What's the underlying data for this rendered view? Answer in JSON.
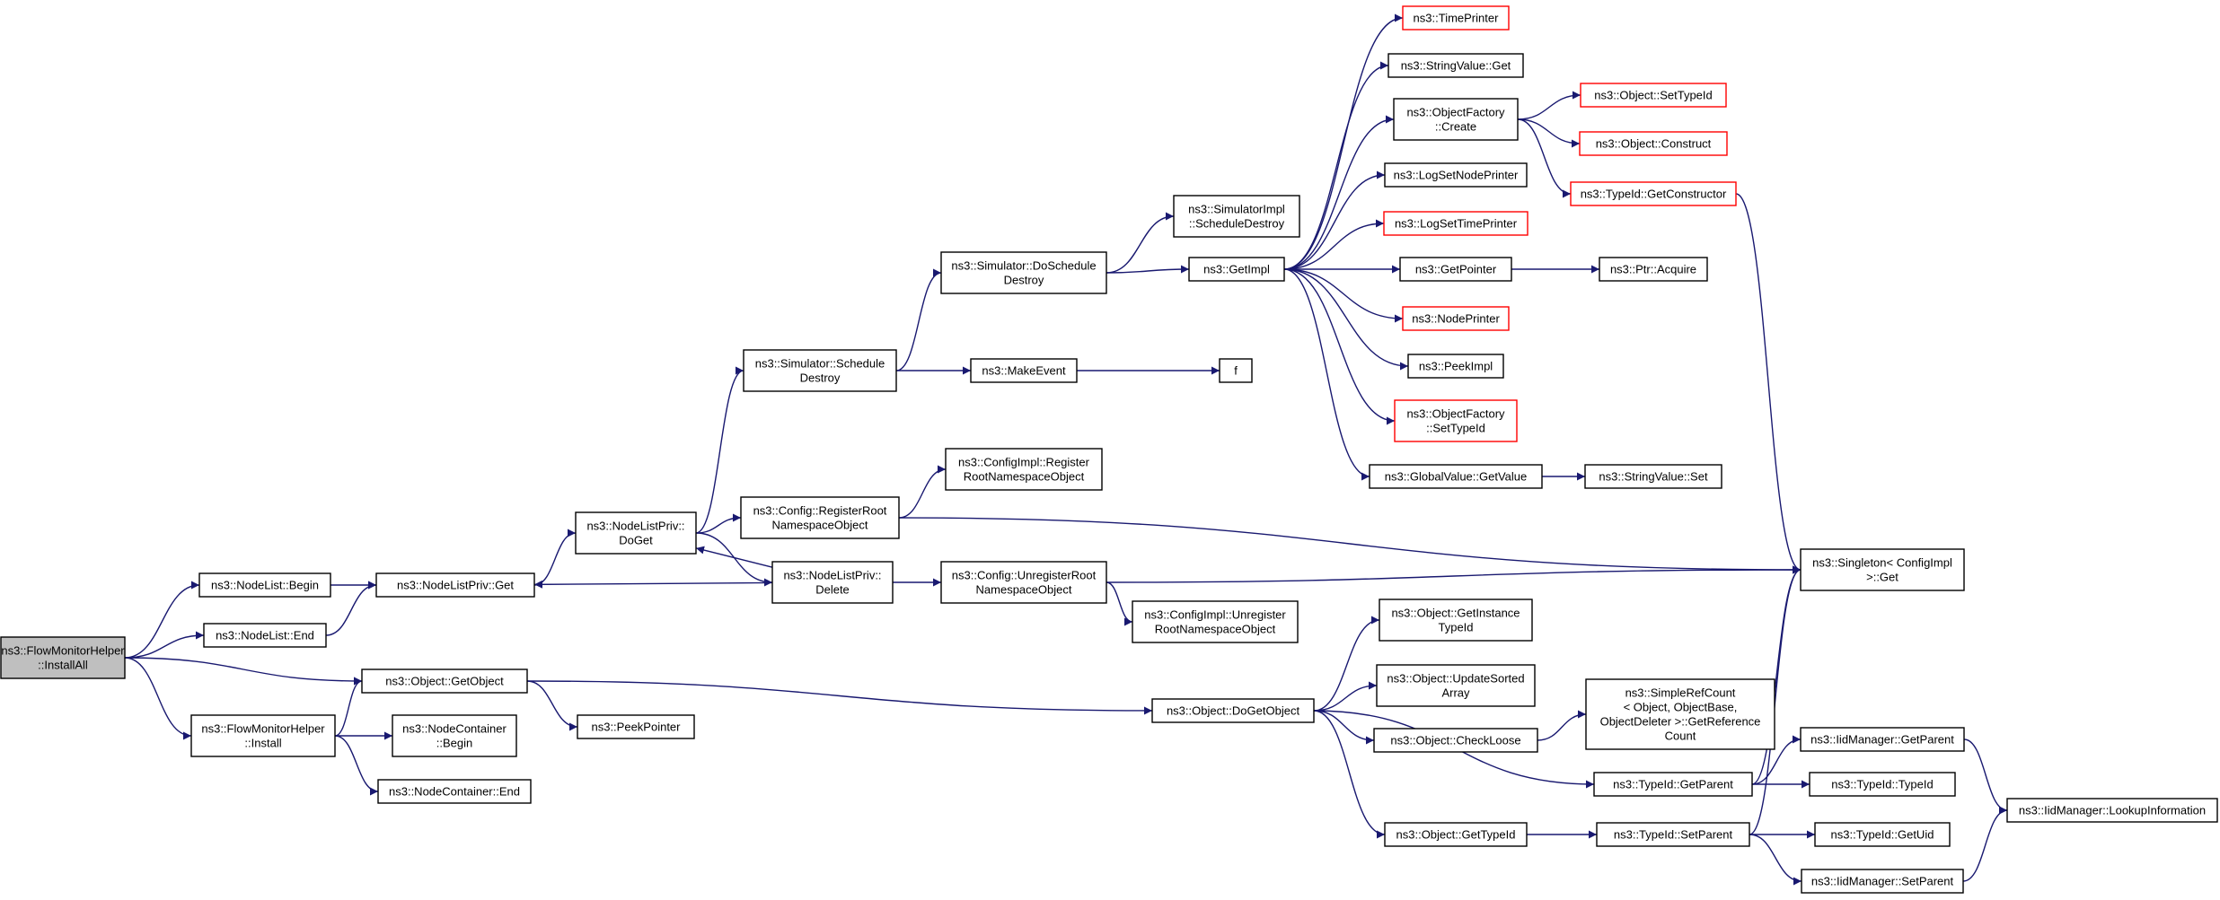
{
  "colors": {
    "edge": "#191970",
    "root_fill": "#bfbfbf",
    "truncated_border": "#ff0000",
    "border": "#000000"
  },
  "nodes": [
    {
      "id": "flowmonitorhelper-installall",
      "lines": [
        "ns3::FlowMonitorHelper",
        "::InstallAll"
      ],
      "kind": "root"
    },
    {
      "id": "nodelist-begin",
      "lines": [
        "ns3::NodeList::Begin"
      ]
    },
    {
      "id": "nodelist-end",
      "lines": [
        "ns3::NodeList::End"
      ]
    },
    {
      "id": "object-getobject",
      "lines": [
        "ns3::Object::GetObject"
      ]
    },
    {
      "id": "flowmonitorhelper-install",
      "lines": [
        "ns3::FlowMonitorHelper",
        "::Install"
      ]
    },
    {
      "id": "nodelistpriv-get",
      "lines": [
        "ns3::NodeListPriv::Get"
      ]
    },
    {
      "id": "nodecontainer-begin",
      "lines": [
        "ns3::NodeContainer",
        "::Begin"
      ]
    },
    {
      "id": "nodecontainer-end",
      "lines": [
        "ns3::NodeContainer::End"
      ]
    },
    {
      "id": "peekpointer",
      "lines": [
        "ns3::PeekPointer"
      ]
    },
    {
      "id": "nodelistpriv-doget",
      "lines": [
        "ns3::NodeListPriv::",
        "DoGet"
      ]
    },
    {
      "id": "nodelistpriv-delete",
      "lines": [
        "ns3::NodeListPriv::",
        "Delete"
      ]
    },
    {
      "id": "simulator-scheduledestroy",
      "lines": [
        "ns3::Simulator::Schedule",
        "Destroy"
      ]
    },
    {
      "id": "config-registerrootnamespaceobject",
      "lines": [
        "ns3::Config::RegisterRoot",
        "NamespaceObject"
      ]
    },
    {
      "id": "simulator-doscheduledestroy",
      "lines": [
        "ns3::Simulator::DoSchedule",
        "Destroy"
      ]
    },
    {
      "id": "makeevent",
      "lines": [
        "ns3::MakeEvent"
      ]
    },
    {
      "id": "configimpl-registerrootnamespaceobject",
      "lines": [
        "ns3::ConfigImpl::Register",
        "RootNamespaceObject"
      ]
    },
    {
      "id": "config-unregisterrootnamespaceobject",
      "lines": [
        "ns3::Config::UnregisterRoot",
        "NamespaceObject"
      ]
    },
    {
      "id": "configimpl-unregisterrootnamespaceobject",
      "lines": [
        "ns3::ConfigImpl::Unregister",
        "RootNamespaceObject"
      ]
    },
    {
      "id": "object-dogetobject",
      "lines": [
        "ns3::Object::DoGetObject"
      ]
    },
    {
      "id": "simulatorimpl-scheduledestroy",
      "lines": [
        "ns3::SimulatorImpl",
        "::ScheduleDestroy"
      ]
    },
    {
      "id": "getimpl",
      "lines": [
        "ns3::GetImpl"
      ]
    },
    {
      "id": "f",
      "lines": [
        "f"
      ]
    },
    {
      "id": "timeprinter",
      "lines": [
        "ns3::TimePrinter"
      ],
      "kind": "trunc"
    },
    {
      "id": "stringvalue-get",
      "lines": [
        "ns3::StringValue::Get"
      ]
    },
    {
      "id": "objectfactory-create",
      "lines": [
        "ns3::ObjectFactory",
        "::Create"
      ]
    },
    {
      "id": "logsetnodeprinter",
      "lines": [
        "ns3::LogSetNodePrinter"
      ]
    },
    {
      "id": "logsettimeprinter",
      "lines": [
        "ns3::LogSetTimePrinter"
      ],
      "kind": "trunc"
    },
    {
      "id": "getpointer",
      "lines": [
        "ns3::GetPointer"
      ]
    },
    {
      "id": "nodeprinter",
      "lines": [
        "ns3::NodePrinter"
      ],
      "kind": "trunc"
    },
    {
      "id": "peekimpl",
      "lines": [
        "ns3::PeekImpl"
      ]
    },
    {
      "id": "objectfactory-settypeid",
      "lines": [
        "ns3::ObjectFactory",
        "::SetTypeId"
      ],
      "kind": "trunc"
    },
    {
      "id": "globalvalue-getvalue",
      "lines": [
        "ns3::GlobalValue::GetValue"
      ]
    },
    {
      "id": "object-getinstancetypeid",
      "lines": [
        "ns3::Object::GetInstance",
        "TypeId"
      ]
    },
    {
      "id": "object-updatesortedarray",
      "lines": [
        "ns3::Object::UpdateSorted",
        "Array"
      ]
    },
    {
      "id": "object-checkloose",
      "lines": [
        "ns3::Object::CheckLoose"
      ]
    },
    {
      "id": "object-gettypeid",
      "lines": [
        "ns3::Object::GetTypeId"
      ]
    },
    {
      "id": "object-settypeid",
      "lines": [
        "ns3::Object::SetTypeId"
      ],
      "kind": "trunc"
    },
    {
      "id": "object-construct",
      "lines": [
        "ns3::Object::Construct"
      ],
      "kind": "trunc"
    },
    {
      "id": "typeid-getconstructor",
      "lines": [
        "ns3::TypeId::GetConstructor"
      ],
      "kind": "trunc"
    },
    {
      "id": "ptr-acquire",
      "lines": [
        "ns3::Ptr::Acquire"
      ]
    },
    {
      "id": "stringvalue-set",
      "lines": [
        "ns3::StringValue::Set"
      ]
    },
    {
      "id": "simplerefcount-getreferencecount",
      "lines": [
        "ns3::SimpleRefCount",
        "< Object, ObjectBase,",
        "ObjectDeleter >::GetReference",
        "Count"
      ]
    },
    {
      "id": "typeid-getparent",
      "lines": [
        "ns3::TypeId::GetParent"
      ]
    },
    {
      "id": "typeid-setparent",
      "lines": [
        "ns3::TypeId::SetParent"
      ]
    },
    {
      "id": "singleton-configimpl-get",
      "lines": [
        "ns3::Singleton< ConfigImpl",
        ">::Get"
      ]
    },
    {
      "id": "iidmanager-getparent",
      "lines": [
        "ns3::IidManager::GetParent"
      ]
    },
    {
      "id": "typeid-typeid",
      "lines": [
        "ns3::TypeId::TypeId"
      ]
    },
    {
      "id": "typeid-getuid",
      "lines": [
        "ns3::TypeId::GetUid"
      ]
    },
    {
      "id": "iidmanager-setparent",
      "lines": [
        "ns3::IidManager::SetParent"
      ]
    },
    {
      "id": "iidmanager-lookupinformation",
      "lines": [
        "ns3::IidManager::LookupInformation"
      ]
    }
  ],
  "edges": [
    [
      "flowmonitorhelper-installall",
      "nodelist-begin"
    ],
    [
      "flowmonitorhelper-installall",
      "nodelist-end"
    ],
    [
      "flowmonitorhelper-installall",
      "object-getobject"
    ],
    [
      "flowmonitorhelper-installall",
      "flowmonitorhelper-install"
    ],
    [
      "nodelist-begin",
      "nodelistpriv-get"
    ],
    [
      "nodelist-end",
      "nodelistpriv-get"
    ],
    [
      "nodelistpriv-get",
      "nodelistpriv-doget"
    ],
    [
      "nodelistpriv-doget",
      "simulator-scheduledestroy"
    ],
    [
      "nodelistpriv-doget",
      "config-registerrootnamespaceobject"
    ],
    [
      "nodelistpriv-doget",
      "nodelistpriv-delete"
    ],
    [
      "nodelistpriv-delete",
      "nodelistpriv-doget"
    ],
    [
      "nodelistpriv-delete",
      "nodelistpriv-get"
    ],
    [
      "nodelistpriv-delete",
      "config-unregisterrootnamespaceobject"
    ],
    [
      "simulator-scheduledestroy",
      "simulator-doscheduledestroy"
    ],
    [
      "simulator-scheduledestroy",
      "makeevent"
    ],
    [
      "makeevent",
      "f"
    ],
    [
      "simulator-doscheduledestroy",
      "simulatorimpl-scheduledestroy"
    ],
    [
      "simulator-doscheduledestroy",
      "getimpl"
    ],
    [
      "getimpl",
      "timeprinter"
    ],
    [
      "getimpl",
      "stringvalue-get"
    ],
    [
      "getimpl",
      "objectfactory-create"
    ],
    [
      "getimpl",
      "logsetnodeprinter"
    ],
    [
      "getimpl",
      "logsettimeprinter"
    ],
    [
      "getimpl",
      "getpointer"
    ],
    [
      "getimpl",
      "nodeprinter"
    ],
    [
      "getimpl",
      "peekimpl"
    ],
    [
      "getimpl",
      "objectfactory-settypeid"
    ],
    [
      "getimpl",
      "globalvalue-getvalue"
    ],
    [
      "objectfactory-create",
      "object-settypeid"
    ],
    [
      "objectfactory-create",
      "object-construct"
    ],
    [
      "objectfactory-create",
      "typeid-getconstructor"
    ],
    [
      "typeid-getconstructor",
      "singleton-configimpl-get"
    ],
    [
      "getpointer",
      "ptr-acquire"
    ],
    [
      "globalvalue-getvalue",
      "stringvalue-set"
    ],
    [
      "config-registerrootnamespaceobject",
      "configimpl-registerrootnamespaceobject"
    ],
    [
      "config-registerrootnamespaceobject",
      "singleton-configimpl-get"
    ],
    [
      "config-unregisterrootnamespaceobject",
      "singleton-configimpl-get"
    ],
    [
      "config-unregisterrootnamespaceobject",
      "configimpl-unregisterrootnamespaceobject"
    ],
    [
      "flowmonitorhelper-install",
      "object-getobject"
    ],
    [
      "flowmonitorhelper-install",
      "nodecontainer-begin"
    ],
    [
      "flowmonitorhelper-install",
      "nodecontainer-end"
    ],
    [
      "object-getobject",
      "peekpointer"
    ],
    [
      "object-getobject",
      "object-dogetobject"
    ],
    [
      "object-dogetobject",
      "object-getinstancetypeid"
    ],
    [
      "object-dogetobject",
      "object-updatesortedarray"
    ],
    [
      "object-dogetobject",
      "object-checkloose"
    ],
    [
      "object-dogetobject",
      "typeid-getparent"
    ],
    [
      "object-dogetobject",
      "object-gettypeid"
    ],
    [
      "object-checkloose",
      "simplerefcount-getreferencecount"
    ],
    [
      "object-gettypeid",
      "typeid-setparent"
    ],
    [
      "typeid-getparent",
      "singleton-configimpl-get"
    ],
    [
      "typeid-getparent",
      "iidmanager-getparent"
    ],
    [
      "typeid-getparent",
      "typeid-typeid"
    ],
    [
      "typeid-setparent",
      "singleton-configimpl-get"
    ],
    [
      "typeid-setparent",
      "typeid-getuid"
    ],
    [
      "typeid-setparent",
      "iidmanager-setparent"
    ],
    [
      "iidmanager-getparent",
      "iidmanager-lookupinformation"
    ],
    [
      "iidmanager-setparent",
      "iidmanager-lookupinformation"
    ]
  ]
}
